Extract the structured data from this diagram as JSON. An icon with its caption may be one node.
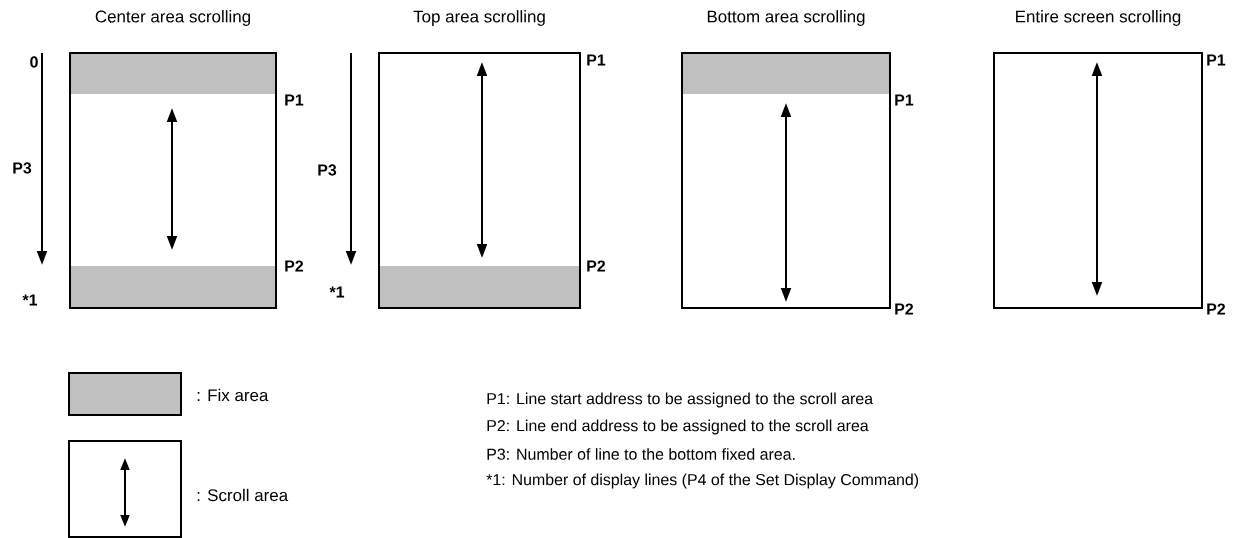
{
  "diagram": {
    "nodes": [
      {
        "text": [
          "Center area scrolling"
        ],
        "beside": [
          "P1",
          "P2"
        ]
      },
      {
        "text": [],
        "shape": "bar",
        "in": 0
      },
      {
        "text": [],
        "shape": "bar",
        "in": 0
      },
      {
        "text": [
          "Top area scrolling"
        ],
        "beside": [
          "P1",
          "P2"
        ]
      },
      {
        "text": [],
        "shape": "bar",
        "in": 3
      },
      {
        "text": [
          "Bottom area scrolling"
        ],
        "beside": [
          "P1",
          "P2"
        ]
      },
      {
        "text": [],
        "shape": "bar",
        "in": 5
      },
      {
        "text": [
          "Entire screen scrolling"
        ],
        "beside": [
          "P1",
          "P2"
        ]
      }
    ],
    "labels": [
      "0",
      "P3",
      "*1",
      "P3",
      "*1",
      "P1: Line start address to be assigned to the scroll area",
      "P2: Line end address to be assigned to the scroll area",
      "P3: Number of line to the bottom fixed area.",
      "*1: Number of display lines (P4 of the Set Display Command)"
    ],
    "legend": [
      {
        "text": ": Fix area",
        "color": "#c0c0c0"
      },
      {
        "text": ": Scroll area"
      }
    ]
  }
}
